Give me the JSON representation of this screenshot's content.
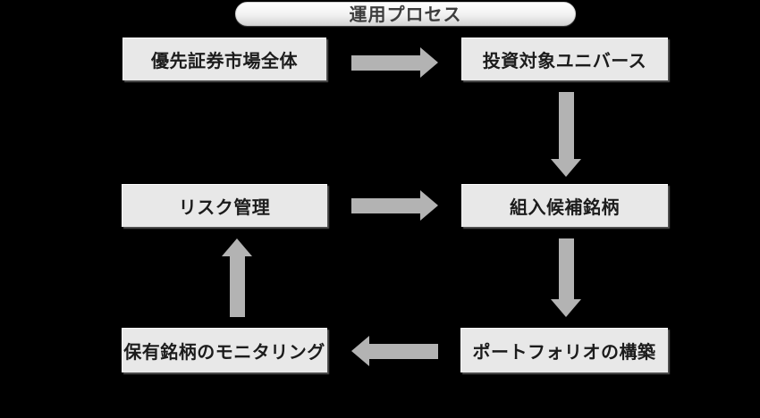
{
  "colors": {
    "bg": "#000000",
    "box_fill": "#e8e8e8",
    "box_text": "#1c1c1c",
    "arrow": "#b3b3b3",
    "pill_text": "#3d3d3d"
  },
  "diagram": {
    "title": "運用プロセス",
    "nodes": [
      {
        "id": "market",
        "label": "優先証券市場全体"
      },
      {
        "id": "universe",
        "label": "投資対象ユニバース"
      },
      {
        "id": "risk",
        "label": "リスク管理"
      },
      {
        "id": "candidates",
        "label": "組入候補銘柄"
      },
      {
        "id": "monitoring",
        "label": "保有銘柄のモニタリング"
      },
      {
        "id": "portfolio",
        "label": "ポートフォリオの構築"
      }
    ],
    "edges": [
      {
        "from": "market",
        "to": "universe",
        "direction": "right"
      },
      {
        "from": "universe",
        "to": "candidates",
        "direction": "down"
      },
      {
        "from": "risk",
        "to": "candidates",
        "direction": "right"
      },
      {
        "from": "candidates",
        "to": "portfolio",
        "direction": "down"
      },
      {
        "from": "portfolio",
        "to": "monitoring",
        "direction": "left"
      },
      {
        "from": "monitoring",
        "to": "risk",
        "direction": "up"
      }
    ]
  }
}
